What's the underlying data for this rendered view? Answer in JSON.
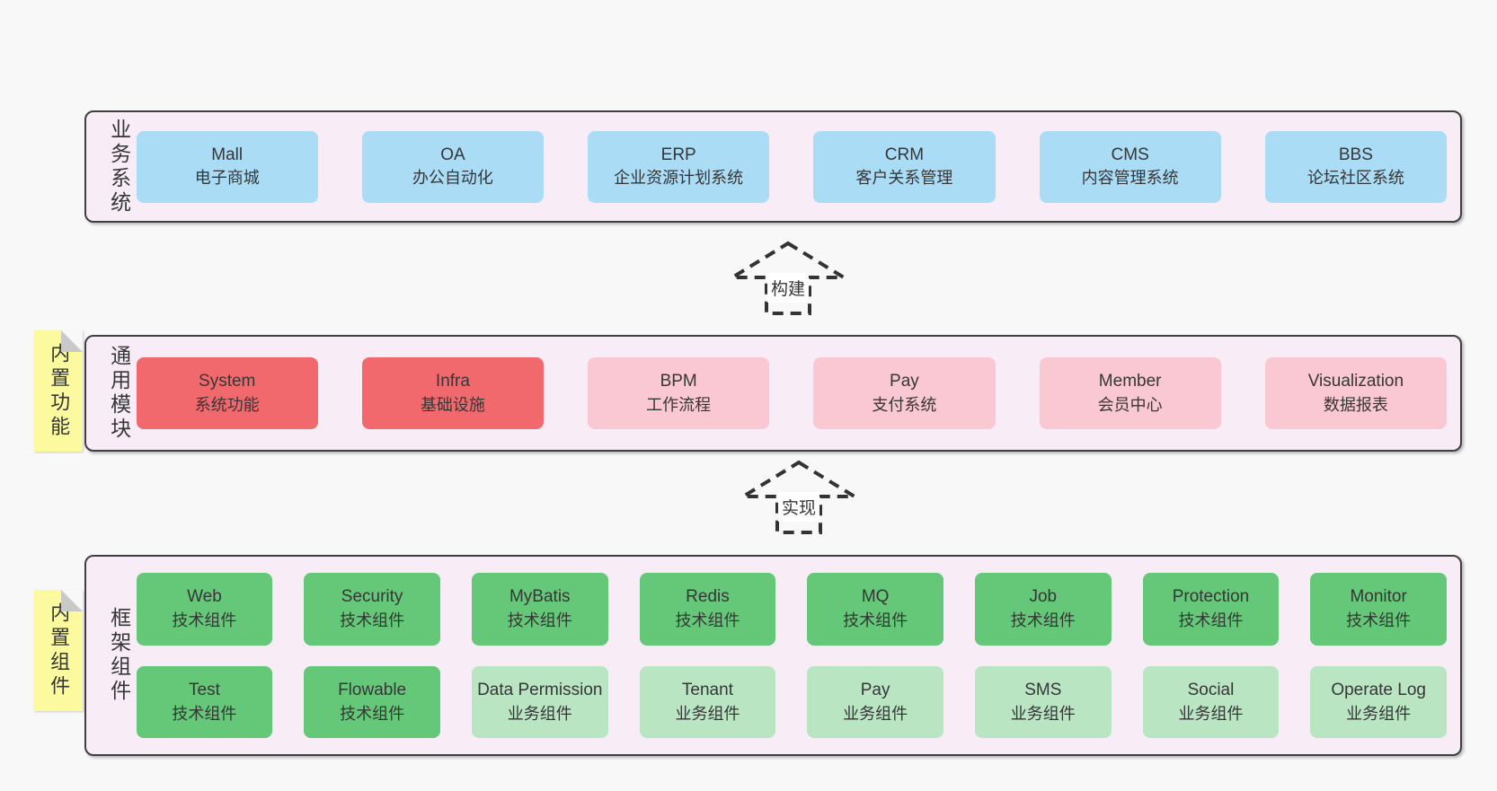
{
  "colors": {
    "pageBg": "#f8f8f8",
    "containerBg": "#f8edf6",
    "containerBorder": "#3f3f3f",
    "blue": "#aadcf6",
    "red": "#f2696d",
    "pink": "#fac8d2",
    "greenDark": "#64c878",
    "greenLight": "#b9e5c3",
    "sticky": "#fbfa9e",
    "fold": "#c9c9c9",
    "text": "#363636",
    "arrow": "#333333",
    "arrowLabelBg": "#ffffff"
  },
  "layers": {
    "business": {
      "label": "业务系统",
      "boxes": [
        {
          "title": "Mall",
          "subtitle": "电子商城"
        },
        {
          "title": "OA",
          "subtitle": "办公自动化"
        },
        {
          "title": "ERP",
          "subtitle": "企业资源计划系统"
        },
        {
          "title": "CRM",
          "subtitle": "客户关系管理"
        },
        {
          "title": "CMS",
          "subtitle": "内容管理系统"
        },
        {
          "title": "BBS",
          "subtitle": "论坛社区系统"
        }
      ]
    },
    "modules": {
      "label": "通用模块",
      "sticky": "内置功能",
      "boxes": [
        {
          "title": "System",
          "subtitle": "系统功能"
        },
        {
          "title": "Infra",
          "subtitle": "基础设施"
        },
        {
          "title": "BPM",
          "subtitle": "工作流程"
        },
        {
          "title": "Pay",
          "subtitle": "支付系统"
        },
        {
          "title": "Member",
          "subtitle": "会员中心"
        },
        {
          "title": "Visualization",
          "subtitle": "数据报表"
        }
      ]
    },
    "components": {
      "label": "框架组件",
      "sticky": "内置组件",
      "rows": [
        [
          {
            "title": "Web",
            "subtitle": "技术组件"
          },
          {
            "title": "Security",
            "subtitle": "技术组件"
          },
          {
            "title": "MyBatis",
            "subtitle": "技术组件"
          },
          {
            "title": "Redis",
            "subtitle": "技术组件"
          },
          {
            "title": "MQ",
            "subtitle": "技术组件"
          },
          {
            "title": "Job",
            "subtitle": "技术组件"
          },
          {
            "title": "Protection",
            "subtitle": "技术组件"
          },
          {
            "title": "Monitor",
            "subtitle": "技术组件"
          }
        ],
        [
          {
            "title": "Test",
            "subtitle": "技术组件"
          },
          {
            "title": "Flowable",
            "subtitle": "技术组件"
          },
          {
            "title": "Data Permission",
            "subtitle": "业务组件"
          },
          {
            "title": "Tenant",
            "subtitle": "业务组件"
          },
          {
            "title": "Pay",
            "subtitle": "业务组件"
          },
          {
            "title": "SMS",
            "subtitle": "业务组件"
          },
          {
            "title": "Social",
            "subtitle": "业务组件"
          },
          {
            "title": "Operate Log",
            "subtitle": "业务组件"
          }
        ]
      ]
    }
  },
  "arrows": [
    {
      "label": "构建"
    },
    {
      "label": "实现"
    }
  ]
}
